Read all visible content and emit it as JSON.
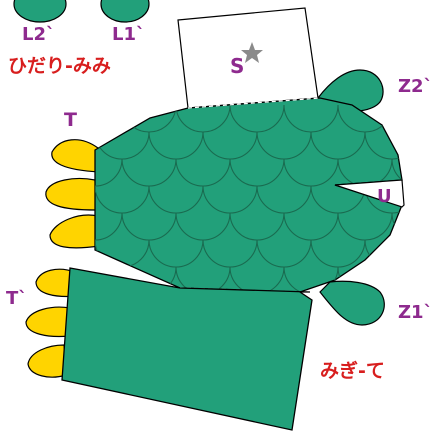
{
  "labels": {
    "l2": "L2`",
    "l1": "L1`",
    "left_ear": "ひだり-みみ",
    "s": "S",
    "z2": "Z2`",
    "t": "T",
    "u": "U",
    "t_prime": "T`",
    "z1": "Z1`",
    "right_hand": "みぎ-て"
  },
  "colors": {
    "body_green": "#22a07a",
    "scale_line": "#1a6b50",
    "toe_yellow": "#ffd400",
    "label_purple": "#8e2a8e",
    "label_red": "#d81e1e",
    "star_gray": "#8a8a8a"
  }
}
